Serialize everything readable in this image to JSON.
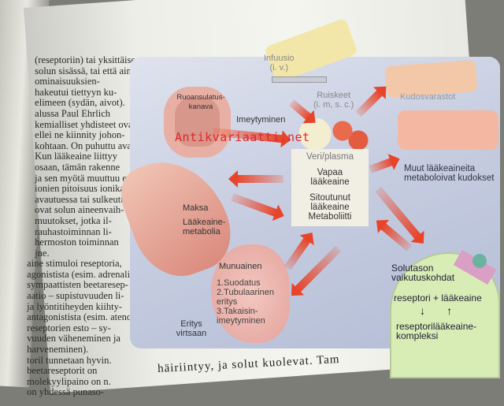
{
  "text_column": [
    "(reseptoriin) tai yksittäiseen",
    "solun sisässä, tai että aine",
    "ominaisuuksien-",
    "hakeutui tiettyyn ku-",
    "elimeen (sydän, aivot).",
    "alussa Paul Ehrlich",
    "kemialliset yhdisteet ovat",
    "ellei ne kiinnity johon-",
    "kohtaan. On puhuttu avain-",
    "Kun lääkeaine liittyy",
    "osaan, tämän rakenne",
    "ja sen myötä muuttuu esim.",
    "ionien pitoisuus ionika-",
    "avautuessa tai sulkeutuessa.",
    "ovat solun aineenvaih-",
    "muutokset, jotka il-",
    "rauhastoiminnan li-",
    "hermoston toiminnan",
    "jne.",
    "aine stimuloi reseptoria,",
    "agonistista (esim. adrenalii-",
    "sympaattisten beetaresep-",
    "aatio – supistuvuuden li-",
    "ja lyöntitiheyden kiihty-",
    "antagonistista (esim. ateno-",
    "reseptorien esto – sy-",
    "vuuden väheneminen ja",
    "harveneminen).",
    "toril tunnetaan hyvin.",
    "beetareseptorit on",
    "molekyylipaino on n.",
    "on yhdessä punaso-"
  ],
  "diagram": {
    "infusion": "Infuusio",
    "infusion_route": "(i. v.)",
    "injections": "Ruiskeet",
    "injection_route": "(i. m, s. c.)",
    "tissue_stores": "Kudosvarastot",
    "gut": "Ruoansulatus-kanava",
    "absorption": "Imeytyminen",
    "plasma_title": "Veri/plasma",
    "free_drug": "Vapaa lääkeaine",
    "bound_drug": "Sitoutunut lääkeaine",
    "metabolite": "Metaboliitti",
    "other_tissues": "Muut lääkeaineita metaboloivat kudokset",
    "liver": "Maksa",
    "liver_metabolism": "Lääkeaine-metabolia",
    "kidney": "Munuainen",
    "kidney_steps": [
      "1.Suodatus",
      "2.Tubulaarinen eritys",
      "3.Takaisin-imeytyminen"
    ],
    "excretion": "Eritys virtsaan",
    "cell_sites": "Solutason vaikutuskohdat",
    "receptor_eq": "reseptori + lääkeaine",
    "complex": "reseptorilääkeaine-kompleksi"
  },
  "watermark": "Antikvariaatti.net",
  "caption_line": "häiriintyy, ja solut kuolevat. Tam"
}
